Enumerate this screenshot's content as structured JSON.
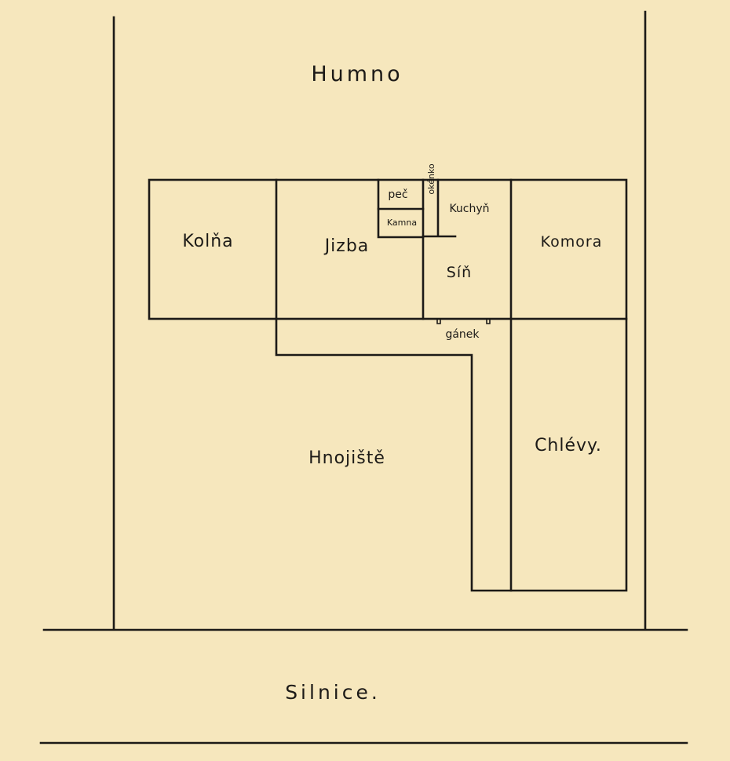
{
  "plan": {
    "areas": {
      "top": "Humno",
      "bottom_road": "Silnice.",
      "yard": "Hnojiště"
    },
    "rooms": {
      "shed": "Kolňa",
      "living_room": "Jizba",
      "hall": "Síň",
      "kitchen": "Kuchyň",
      "pantry": "Komora",
      "stables": "Chlévy.",
      "porch": "gánek",
      "oven": "peč",
      "stove": "Kamna",
      "window": "okénko"
    }
  },
  "colors": {
    "paper": "#f6e7bd",
    "ink": "#1c1a17"
  }
}
